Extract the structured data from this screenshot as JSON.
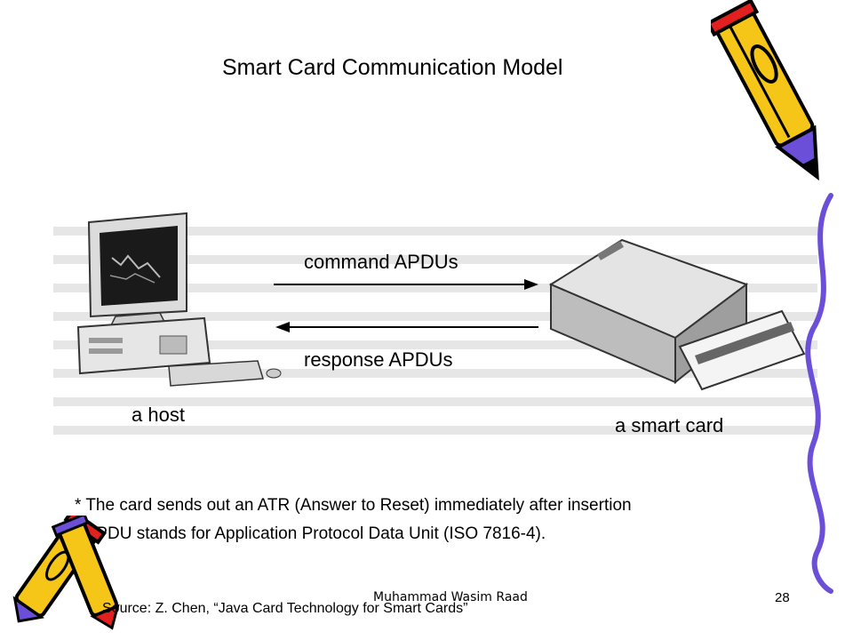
{
  "slide": {
    "title": "Smart Card Communication Model",
    "figure": {
      "arrow_top_label": "command APDUs",
      "arrow_bottom_label": "response APDUs",
      "host_label": "a host",
      "card_label": "a smart card"
    },
    "bullets": [
      "* The card sends out an ATR (Answer to Reset) immediately after insertion",
      "* APDU stands for Application Protocol Data Unit (ISO 7816-4)."
    ],
    "footer": {
      "author": "Muhammad Wasim Raad",
      "source": "Source: Z. Chen, “Java Card Technology for Smart Cards”",
      "page_number": "28"
    }
  },
  "icons": [
    "pencil-icon",
    "computer-icon",
    "card-reader-icon",
    "arrow-right-icon",
    "arrow-left-icon"
  ],
  "colors": {
    "pencil_yellow": "#f5c518",
    "pencil_purple": "#6b4fd8",
    "pencil_red": "#e32020",
    "background": "#ffffff"
  }
}
